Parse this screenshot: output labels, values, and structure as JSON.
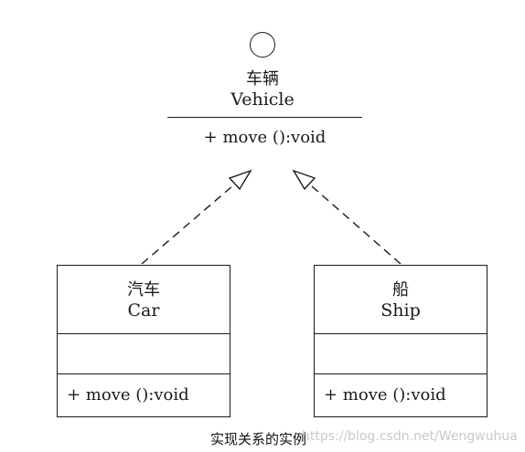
{
  "interface": {
    "name_cn": "车辆",
    "name_en": "Vehicle",
    "operation": "+ move ():void"
  },
  "classes": [
    {
      "name_cn": "汽车",
      "name_en": "Car",
      "operation": "+ move ():void"
    },
    {
      "name_cn": "船",
      "name_en": "Ship",
      "operation": "+ move ():void"
    }
  ],
  "caption": "实现关系的实例",
  "watermark": "https://blog.csdn.net/Wengwuhua",
  "colors": {
    "line": "#1a1a1a",
    "background": "#ffffff",
    "watermark": "#c9c9c9"
  }
}
